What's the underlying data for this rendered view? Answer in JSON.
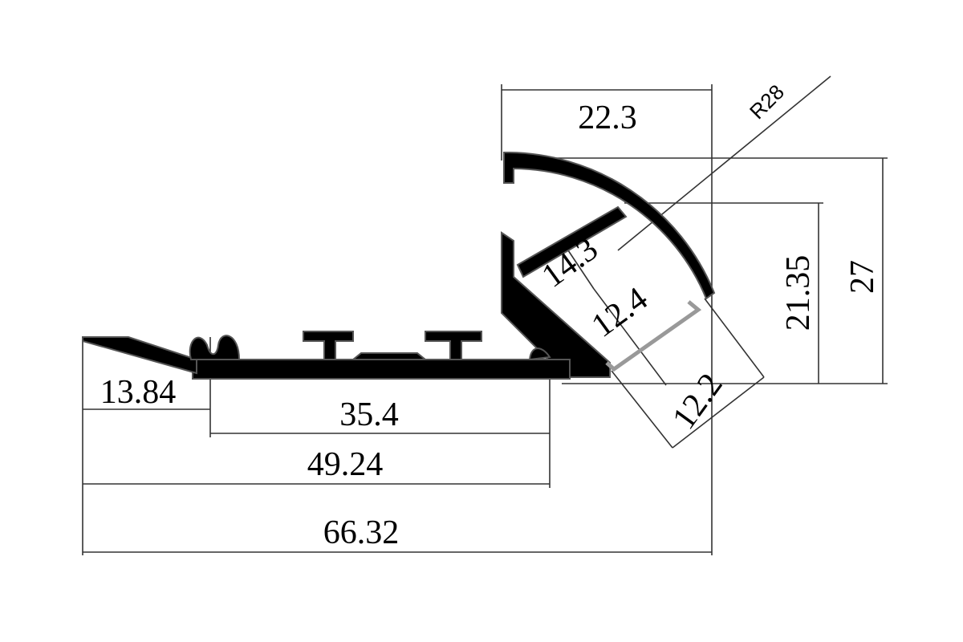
{
  "drawing": {
    "dimensions": {
      "top_width": "22.3",
      "radius": "R28",
      "total_height": "27",
      "inner_height": "21.35",
      "inner_width_top": "14.3",
      "inner_width_bottom": "12.4",
      "depth": "12.2",
      "wing_width": "13.84",
      "base_width": "35.4",
      "base_total": "49.24",
      "overall_width": "66.32"
    },
    "colors": {
      "profile": "#000000",
      "dimension_lines": "#333333",
      "led_strip": "#999999"
    }
  }
}
